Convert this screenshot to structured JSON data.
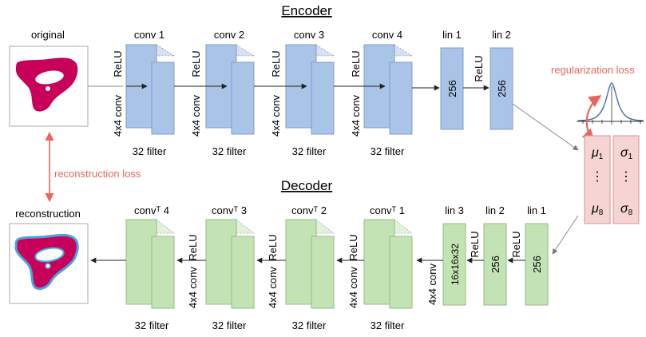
{
  "encoder": {
    "title": "Encoder",
    "original_label": "original",
    "layers": [
      {
        "name": "conv 1",
        "activation": "ReLU",
        "kernel": "4x4 conv",
        "filters": "32 filter"
      },
      {
        "name": "conv 2",
        "activation": "ReLU",
        "kernel": "4x4 conv",
        "filters": "32 filter"
      },
      {
        "name": "conv 3",
        "activation": "ReLU",
        "kernel": "4x4 conv",
        "filters": "32 filter"
      },
      {
        "name": "conv 4",
        "activation": "ReLU",
        "kernel": "",
        "filters": ""
      },
      {
        "name": "lin 1",
        "activation": "ReLU",
        "size": "256"
      },
      {
        "name": "lin 2",
        "size": "256"
      }
    ]
  },
  "latent": {
    "regularization_label": "regularization loss",
    "mu_symbol": "μ",
    "mu_first_index": "1",
    "mu_last_index": "8",
    "sigma_symbol": "σ",
    "sigma_first_index": "1",
    "sigma_last_index": "8",
    "dots": "⋮"
  },
  "reconstruction_loss_label": "reconstruction loss",
  "decoder": {
    "title": "Decoder",
    "reconstruction_label": "reconstruction",
    "layers": [
      {
        "name": "lin 1",
        "size": "256"
      },
      {
        "name": "lin 2",
        "activation": "ReLU",
        "size": "256"
      },
      {
        "name": "lin 3",
        "activation": "ReLU",
        "size": "16x16x32"
      },
      {
        "name": "convᵀ 1",
        "activation": "",
        "kernel": "4x4 conv",
        "filters": "32 filter"
      },
      {
        "name": "convᵀ 2",
        "activation": "ReLU",
        "kernel": "4x4 conv",
        "filters": "32 filter"
      },
      {
        "name": "convᵀ 3",
        "activation": "ReLU",
        "kernel": "4x4 conv",
        "filters": "32 filter"
      },
      {
        "name": "convᵀ 4",
        "activation": "ReLU",
        "kernel": "4x4 conv",
        "filters": "32 filter"
      }
    ]
  },
  "colors": {
    "encoder_fill": "#aac4e8",
    "encoder_stroke": "#7f9ccc",
    "decoder_fill": "#c4e3b4",
    "decoder_stroke": "#93be80",
    "latent_fill": "#f6d4d4",
    "latent_stroke": "#d69494",
    "loss_red": "#e8665c",
    "shape_fill": "#c8005a",
    "shape_outline": "#4aa3e0"
  }
}
